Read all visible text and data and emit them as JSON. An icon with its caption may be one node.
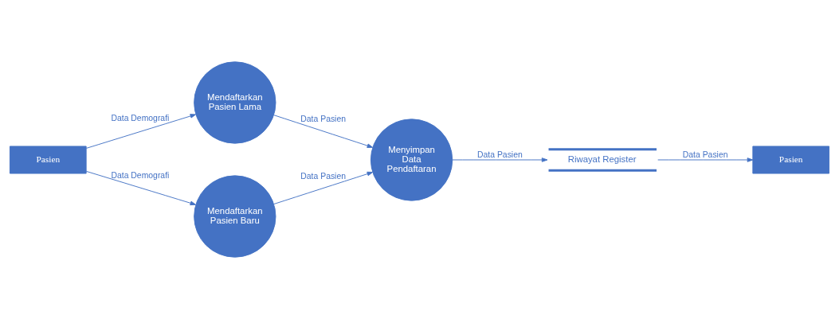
{
  "diagram": {
    "nodes": [
      {
        "text": [
          "Pasien"
        ]
      },
      {
        "text": [
          "Mendaftarkan Pasien Lama"
        ]
      },
      {
        "text": [
          "Mendaftarkan Pasien Baru"
        ]
      },
      {
        "text": [
          "Menyimpan Data Pendaftaran"
        ]
      },
      {
        "text": [
          "Riwayat Register"
        ]
      },
      {
        "text": [
          "Pasien"
        ]
      }
    ],
    "edges": [
      {
        "from": 0,
        "to": 1,
        "arrow": "to",
        "label": "Data Demografi"
      },
      {
        "from": 0,
        "to": 2,
        "arrow": "to",
        "label": "Data Demografi"
      },
      {
        "from": 1,
        "to": 3,
        "arrow": "to",
        "label": "Data Pasien"
      },
      {
        "from": 2,
        "to": 3,
        "arrow": "to",
        "label": "Data Pasien"
      },
      {
        "from": 3,
        "to": 4,
        "arrow": "to",
        "label": "Data Pasien"
      },
      {
        "from": 4,
        "to": 5,
        "arrow": "to",
        "label": "Data Pasien"
      }
    ]
  }
}
